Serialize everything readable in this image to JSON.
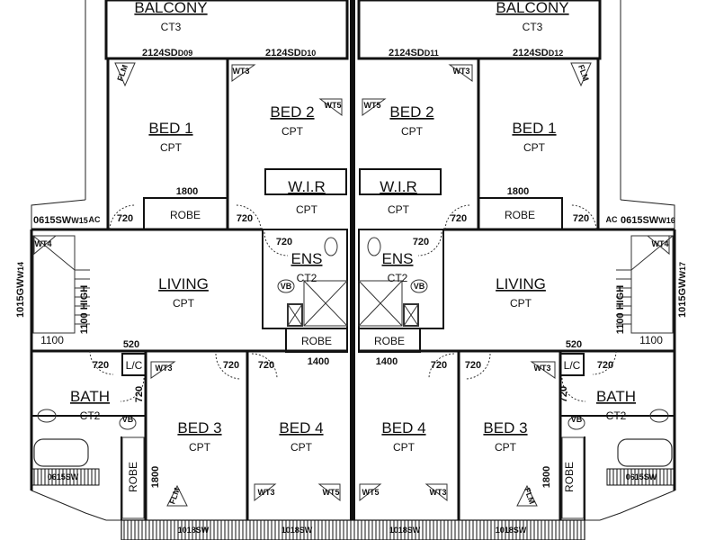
{
  "rooms": {
    "balcony_left": {
      "name": "BALCONY",
      "code": "CT3"
    },
    "balcony_right": {
      "name": "BALCONY",
      "code": "CT3"
    },
    "bed1_left": {
      "name": "BED 1",
      "code": "CPT"
    },
    "bed2_left": {
      "name": "BED 2",
      "code": "CPT"
    },
    "bed2_right": {
      "name": "BED 2",
      "code": "CPT"
    },
    "bed1_right": {
      "name": "BED 1",
      "code": "CPT"
    },
    "wir_left": {
      "name": "W.I.R",
      "code": "CPT"
    },
    "wir_right": {
      "name": "W.I.R",
      "code": "CPT"
    },
    "ens_left": {
      "name": "ENS",
      "code": "CT2"
    },
    "ens_right": {
      "name": "ENS",
      "code": "CT2"
    },
    "living_left": {
      "name": "LIVING",
      "code": "CPT"
    },
    "living_right": {
      "name": "LIVING",
      "code": "CPT"
    },
    "bath_left": {
      "name": "BATH",
      "code": "CT2"
    },
    "bath_right": {
      "name": "BATH",
      "code": "CT2"
    },
    "bed3_left": {
      "name": "BED 3",
      "code": "CPT"
    },
    "bed4_left": {
      "name": "BED 4",
      "code": "CPT"
    },
    "bed4_right": {
      "name": "BED 4",
      "code": "CPT"
    },
    "bed3_right": {
      "name": "BED 3",
      "code": "CPT"
    }
  },
  "labels": {
    "door_d09": "2124SD",
    "door_d09_sub": "D09",
    "door_d10": "2124SD",
    "door_d10_sub": "D10",
    "door_d11": "2124SD",
    "door_d11_sub": "D11",
    "door_d12": "2124SD",
    "door_d12_sub": "D12",
    "window_w15": "0615SW",
    "window_w15_sub": "W15",
    "window_w16": "0615SW",
    "window_w16_sub": "W16",
    "window_w14": "1015GW",
    "window_w14_sub": "W14",
    "window_w17": "1015GW",
    "window_w17_sub": "W17",
    "ac": "AC",
    "robe": "ROBE",
    "lc": "L/C",
    "vb": "VB",
    "wt3": "WT3",
    "wt4": "WT4",
    "wt5": "WT5",
    "flm": "FLM",
    "dim_720": "720",
    "dim_520": "520",
    "dim_1800": "1800",
    "dim_1400": "1400",
    "dim_1100": "1100",
    "dim_1100_high": "1100 HIGH",
    "bottom_window": "1018SW",
    "bath_window": "0615SW"
  }
}
